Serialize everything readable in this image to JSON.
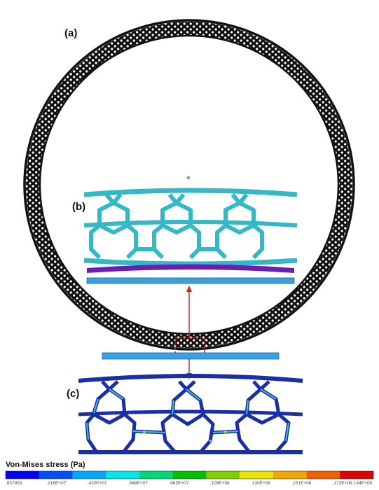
{
  "panels": {
    "a": "(a)",
    "b": "(b)",
    "c": "(c)"
  },
  "center_marker": "*",
  "colors": {
    "ring": "#111111",
    "ring_cells": "#ffffff",
    "cells_b": "#33b9c6",
    "contact_layer": "#6a1fb0",
    "road_strip": "#3aa0e0",
    "road_strip_edge": "#1b5fa0",
    "callout": "#cc2222",
    "cells_c": "#1a2ea8",
    "cells_c_high": "#48d8d0",
    "cells_c_peak": "#d8e640"
  },
  "legend": {
    "title": "Von-Mises stress (Pa)",
    "colors": [
      "#0000ff",
      "#0050ff",
      "#00a6ff",
      "#00e8e8",
      "#00d87a",
      "#00c000",
      "#7fd000",
      "#e6e600",
      "#f0a800",
      "#ef6000",
      "#e00000"
    ],
    "ticks": [
      ".837453",
      ".216E+07",
      ".432E+07",
      ".648E+07",
      ".863E+07",
      ".108E+08",
      ".130E+08",
      ".151E+08",
      ".173E+08",
      ".194E+08"
    ]
  }
}
